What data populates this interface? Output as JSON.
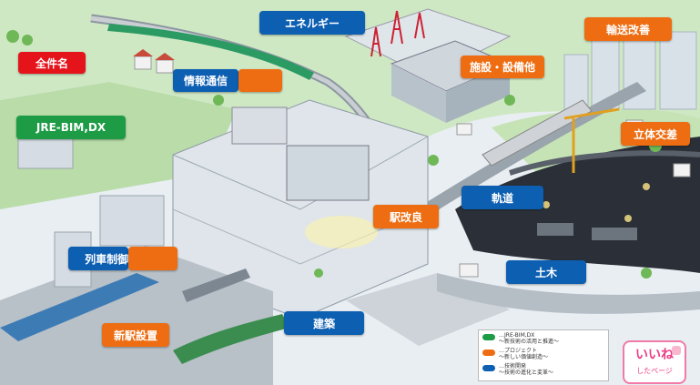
{
  "labels": {
    "all": "全件名",
    "jre_bim": "JRE-BIM,DX",
    "energy": "エネルギー",
    "info": "情報通信",
    "facility": "施設・設備他",
    "transport": "輸送改善",
    "grade_sep": "立体交差",
    "track": "軌道",
    "station": "駅改良",
    "train_control": "列車制御システム",
    "civil": "土木",
    "architecture": "建築",
    "new_station": "新駅設置"
  },
  "legend": [
    {
      "title": "…JRE-BIM,DX",
      "sub": "～新技術の活用と推進～",
      "color": "#1e9b45"
    },
    {
      "title": "…プロジェクト",
      "sub": "～新しい価値創造～",
      "color": "#ee6d12"
    },
    {
      "title": "…技術開発",
      "sub": "～技術の進化と変革～",
      "color": "#0d5fb2"
    }
  ],
  "like_button": {
    "main": "いいね",
    "sub": "したページ"
  },
  "colors": {
    "red": "#e5141b",
    "blue": "#0d5fb2",
    "orange": "#ee6d12",
    "green": "#1e9b45",
    "pink": "#ec3f86"
  }
}
